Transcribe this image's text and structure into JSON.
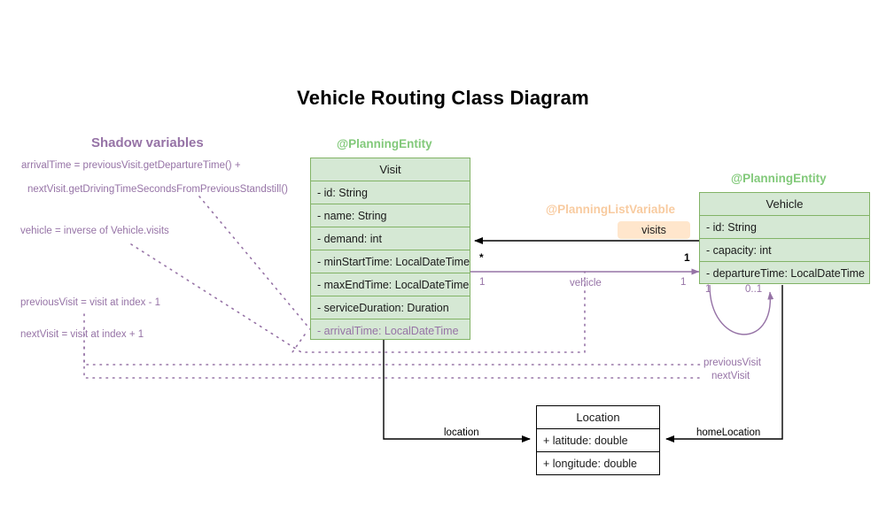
{
  "page": {
    "title": "Vehicle Routing Class Diagram",
    "background": "#ffffff"
  },
  "colors": {
    "entity_fill": "#d5e8d4",
    "entity_border": "#82b366",
    "entity_stereotype": "#82c97a",
    "listvar_stereotype": "#f8cba0",
    "badge_fill": "#ffe6cc",
    "shadow_purple": "#9673a6",
    "plain_border": "#000000"
  },
  "shadow_section": {
    "heading": "Shadow variables",
    "notes": [
      "arrivalTime = previousVisit.getDepartureTime() +",
      "nextVisit.getDrivingTimeSecondsFromPreviousStandstill()",
      "vehicle = inverse of Vehicle.visits",
      "previousVisit = visit at index - 1",
      "nextVisit = visit at index + 1"
    ]
  },
  "classes": {
    "visit": {
      "stereotype": "@PlanningEntity",
      "name": "Visit",
      "attributes": [
        {
          "text": "- id: String",
          "shadow": false
        },
        {
          "text": "- name: String",
          "shadow": false
        },
        {
          "text": "- demand: int",
          "shadow": false
        },
        {
          "text": "- minStartTime: LocalDateTime",
          "shadow": false
        },
        {
          "text": "- maxEndTime: LocalDateTime",
          "shadow": false
        },
        {
          "text": "- serviceDuration: Duration",
          "shadow": false
        },
        {
          "text": "- arrivalTime: LocalDateTime",
          "shadow": true
        }
      ]
    },
    "vehicle": {
      "stereotype": "@PlanningEntity",
      "name": "Vehicle",
      "attributes": [
        {
          "text": "- id: String",
          "shadow": false
        },
        {
          "text": "- capacity: int",
          "shadow": false
        },
        {
          "text": "- departureTime: LocalDateTime",
          "shadow": false
        }
      ]
    },
    "location": {
      "name": "Location",
      "attributes": [
        {
          "text": "+ latitude: double",
          "shadow": false
        },
        {
          "text": "+ longitude: double",
          "shadow": false
        }
      ]
    }
  },
  "annotations": {
    "list_variable_stereotype": "@PlanningListVariable",
    "visits_badge": "visits"
  },
  "edges": {
    "visits": {
      "label": "visits",
      "source_multiplicity": "1",
      "target_multiplicity": "*"
    },
    "vehicle": {
      "label": "vehicle",
      "source_multiplicity": "1",
      "target_multiplicity": "1"
    },
    "self_loop": {
      "left_multiplicity": "1",
      "right_multiplicity": "0..1"
    },
    "previous_visit": {
      "label": "previousVisit"
    },
    "next_visit": {
      "label": "nextVisit"
    },
    "location": {
      "label": "location"
    },
    "home_location": {
      "label": "homeLocation"
    }
  }
}
